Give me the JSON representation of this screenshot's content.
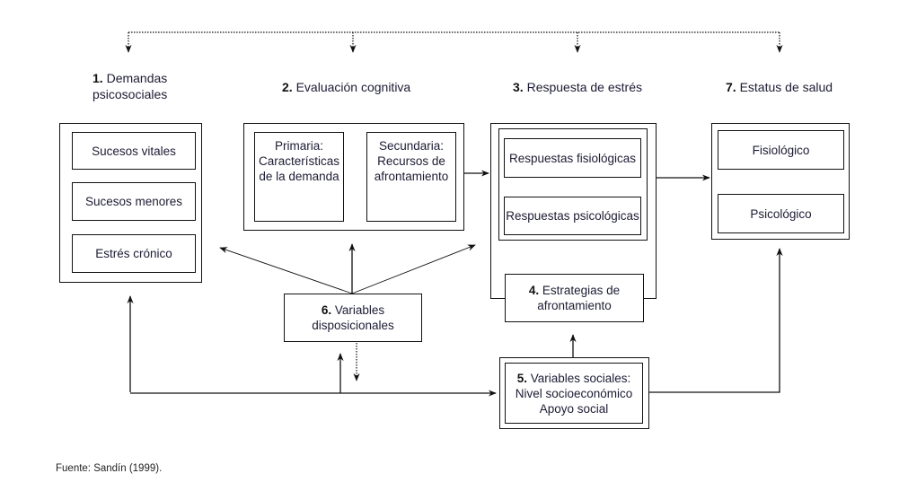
{
  "diagram": {
    "source": "Fuente: Sandín (1999).",
    "nodes": {
      "n1": {
        "number": "1.",
        "title_line1": "Demandas",
        "title_line2": "psicosociales",
        "items": [
          "Sucesos vitales",
          "Sucesos menores",
          "Estrés crónico"
        ]
      },
      "n2": {
        "number": "2.",
        "title": "Evaluación cognitiva",
        "items": [
          {
            "line1": "Primaria:",
            "line2": "Características",
            "line3": "de la demanda"
          },
          {
            "line1": "Secundaria:",
            "line2": "Recursos de",
            "line3": "afrontamiento"
          }
        ]
      },
      "n3": {
        "number": "3.",
        "title": "Respuesta de estrés",
        "items": [
          "Respuestas fisiológicas",
          "Respuestas psicológicas"
        ]
      },
      "n4": {
        "number": "4.",
        "line1": "Estrategias de",
        "line2": "afrontamiento"
      },
      "n5": {
        "number": "5.",
        "line1": "Variables sociales:",
        "line2": "Nivel socioeconómico",
        "line3": "Apoyo social"
      },
      "n6": {
        "number": "6.",
        "line1": "Variables",
        "line2": "disposicionales"
      },
      "n7": {
        "number": "7.",
        "title": "Estatus de salud",
        "items": [
          "Fisiológico",
          "Psicológico"
        ]
      }
    },
    "edges": [
      {
        "from": "n2-primaria",
        "to": "n2-secundaria",
        "style": "solid"
      },
      {
        "from": "n2",
        "to": "n3",
        "style": "solid"
      },
      {
        "from": "n3",
        "to": "n7",
        "style": "solid"
      },
      {
        "from": "n6",
        "to": "n1",
        "style": "solid"
      },
      {
        "from": "n6",
        "to": "n2",
        "style": "solid"
      },
      {
        "from": "n6",
        "to": "n3",
        "style": "solid"
      },
      {
        "from": "n5",
        "to": "n4",
        "style": "solid"
      },
      {
        "from": "n5",
        "to": "n7",
        "style": "solid"
      },
      {
        "from": "n5",
        "to": "n1",
        "style": "solid"
      },
      {
        "from": "n5",
        "to": "n6",
        "style": "solid"
      },
      {
        "from": "n1",
        "to": "n5",
        "style": "solid"
      },
      {
        "from": "n6",
        "to": "n5",
        "style": "dotted"
      },
      {
        "from": "feedback",
        "to": "n1",
        "style": "dotted"
      },
      {
        "from": "feedback",
        "to": "n2",
        "style": "dotted"
      },
      {
        "from": "feedback",
        "to": "n3",
        "style": "dotted"
      },
      {
        "from": "feedback",
        "to": "n7",
        "style": "dotted"
      }
    ]
  }
}
